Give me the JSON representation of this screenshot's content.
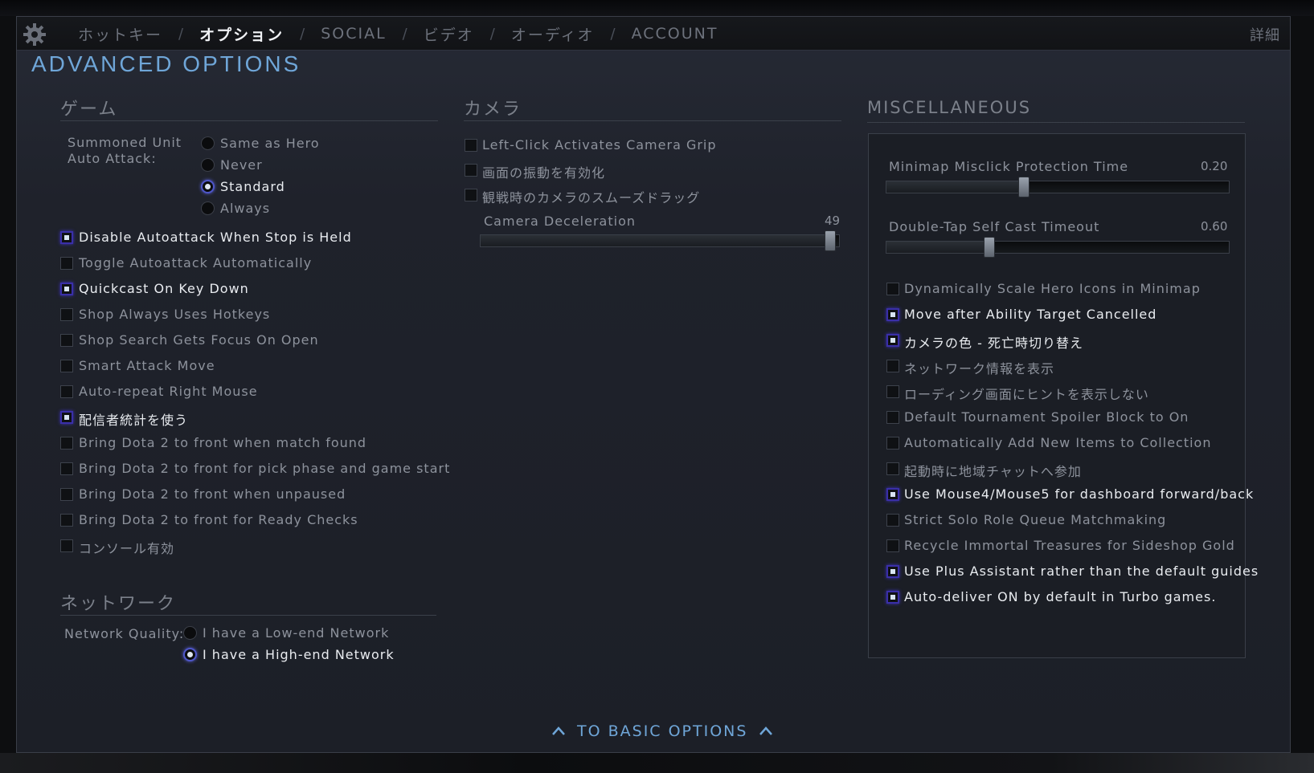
{
  "topbar": {
    "tabs": [
      {
        "label": "ホットキー",
        "active": false
      },
      {
        "label": "オプション",
        "active": true
      },
      {
        "label": "SOCIAL",
        "active": false
      },
      {
        "label": "ビデオ",
        "active": false
      },
      {
        "label": "オーディオ",
        "active": false
      },
      {
        "label": "ACCOUNT",
        "active": false
      }
    ],
    "separator": "/",
    "details": "詳細"
  },
  "page_title": "ADVANCED OPTIONS",
  "game": {
    "heading": "ゲーム",
    "summoned_label_1": "Summoned Unit",
    "summoned_label_2": "Auto Attack:",
    "radio_options": [
      "Same as Hero",
      "Never",
      "Standard",
      "Always"
    ],
    "radio_selected": "Standard",
    "checkboxes": [
      {
        "label": "Disable Autoattack When Stop is Held",
        "checked": true
      },
      {
        "label": "Toggle Autoattack Automatically",
        "checked": false
      },
      {
        "label": "Quickcast On Key Down",
        "checked": true
      },
      {
        "label": "Shop Always Uses Hotkeys",
        "checked": false
      },
      {
        "label": "Shop Search Gets Focus On Open",
        "checked": false
      },
      {
        "label": "Smart Attack Move",
        "checked": false
      },
      {
        "label": "Auto-repeat Right Mouse",
        "checked": false
      },
      {
        "label": "配信者統計を使う",
        "checked": true
      },
      {
        "label": "Bring Dota 2 to front when match found",
        "checked": false
      },
      {
        "label": "Bring Dota 2 to front for pick phase and game start",
        "checked": false
      },
      {
        "label": "Bring Dota 2 to front when unpaused",
        "checked": false
      },
      {
        "label": "Bring Dota 2 to front for Ready Checks",
        "checked": false
      },
      {
        "label": "コンソール有効",
        "checked": false
      }
    ]
  },
  "network": {
    "heading": "ネットワーク",
    "quality_label": "Network Quality:",
    "options": [
      "I have a Low-end Network",
      "I have a High-end Network"
    ],
    "selected": "I have a High-end Network"
  },
  "camera": {
    "heading": "カメラ",
    "checkboxes": [
      {
        "label": "Left-Click Activates Camera Grip",
        "checked": false
      },
      {
        "label": "画面の振動を有効化",
        "checked": false
      },
      {
        "label": "観戦時のカメラのスムーズドラッグ",
        "checked": false
      }
    ],
    "deceleration_label": "Camera Deceleration",
    "deceleration_value": "49",
    "deceleration_fraction": 0.97
  },
  "misc": {
    "heading": "MISCELLANEOUS",
    "minimap_label": "Minimap Misclick Protection Time",
    "minimap_value": "0.20",
    "minimap_fraction": 0.4,
    "doubletap_label": "Double-Tap Self Cast Timeout",
    "doubletap_value": "0.60",
    "doubletap_fraction": 0.3,
    "checkboxes": [
      {
        "label": "Dynamically Scale Hero Icons in Minimap",
        "checked": false
      },
      {
        "label": "Move after Ability Target Cancelled",
        "checked": true
      },
      {
        "label": "カメラの色 - 死亡時切り替え",
        "checked": true
      },
      {
        "label": "ネットワーク情報を表示",
        "checked": false
      },
      {
        "label": "ローディング画面にヒントを表示しない",
        "checked": false
      },
      {
        "label": "Default Tournament Spoiler Block to On",
        "checked": false
      },
      {
        "label": "Automatically Add New Items to Collection",
        "checked": false
      },
      {
        "label": "起動時に地域チャットへ参加",
        "checked": false
      },
      {
        "label": "Use Mouse4/Mouse5 for dashboard forward/back",
        "checked": true
      },
      {
        "label": "Strict Solo Role Queue Matchmaking",
        "checked": false
      },
      {
        "label": "Recycle Immortal Treasures for Sideshop Gold",
        "checked": false
      },
      {
        "label": "Use Plus Assistant rather than the default guides",
        "checked": true
      },
      {
        "label": "Auto-deliver ON by default in Turbo games.",
        "checked": true
      }
    ]
  },
  "footer": {
    "basic_options": "TO BASIC OPTIONS"
  },
  "colors": {
    "accent": "#6fa6d8",
    "checkbox_on_border": "#3a2fa8",
    "panel_bg": "#1f222b"
  }
}
